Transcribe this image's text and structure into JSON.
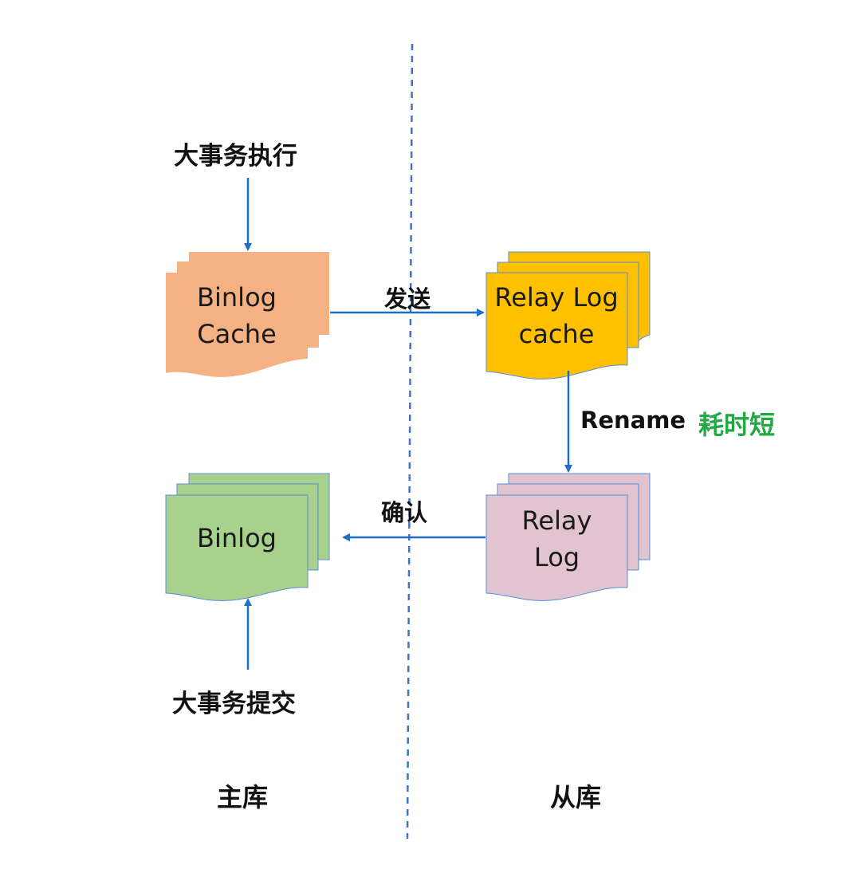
{
  "labels": {
    "big_tx_exec": "大事务执行",
    "big_tx_commit": "大事务提交",
    "send": "发送",
    "confirm": "确认",
    "rename": "Rename",
    "short_time": "耗时短",
    "master": "主库",
    "slave": "从库"
  },
  "nodes": {
    "binlog_cache": {
      "line1": "Binlog",
      "line2": "Cache"
    },
    "relay_log_cache": {
      "line1": "Relay Log",
      "line2": "cache"
    },
    "binlog": {
      "line1": "Binlog"
    },
    "relay_log": {
      "line1": "Relay",
      "line2": "Log"
    }
  },
  "colors": {
    "binlog_cache": "#F4B183",
    "relay_log_cache": "#FFC000",
    "binlog": "#A9D18E",
    "relay_log": "#E2C4D1",
    "arrow": "#1F6FC4",
    "divider": "#4472C4",
    "short_time": "#22A845"
  }
}
